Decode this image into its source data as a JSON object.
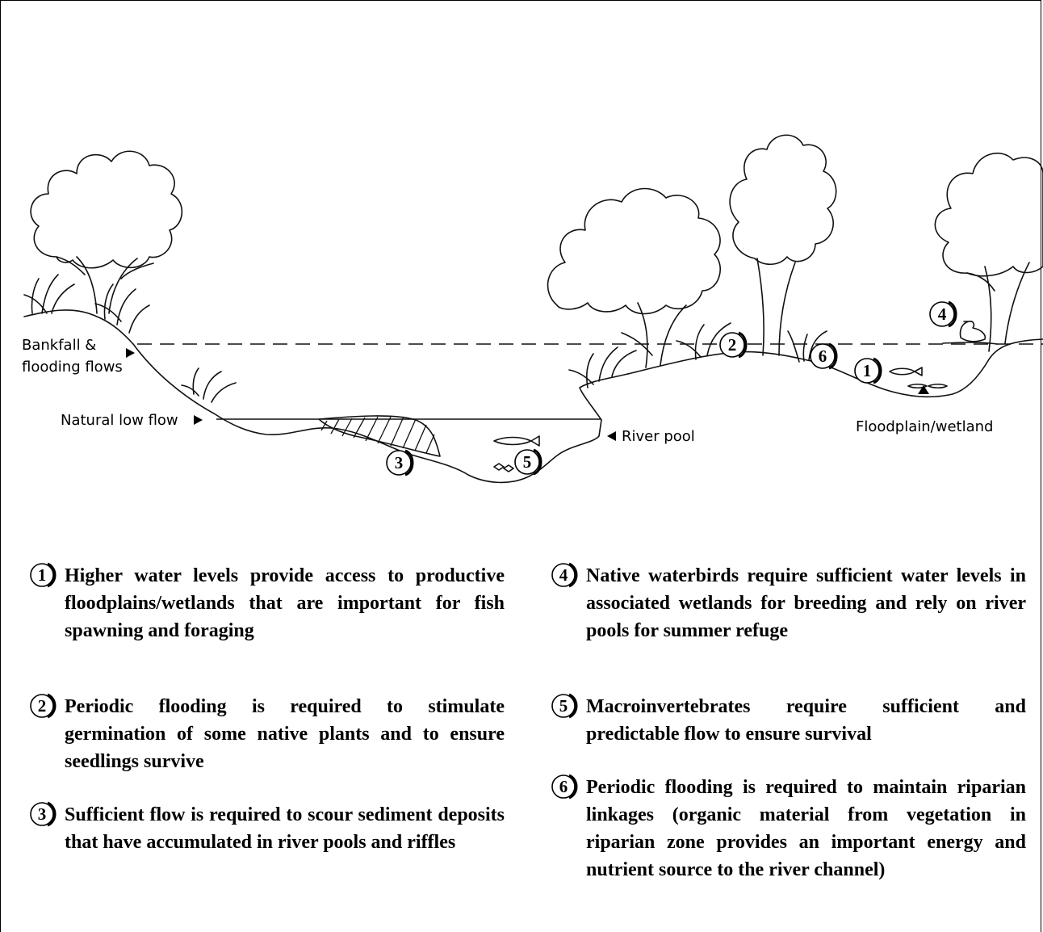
{
  "diagram": {
    "labels": {
      "bankfall": [
        "Bankfall  &",
        "flooding flows"
      ],
      "low_flow": "Natural low flow",
      "river_pool": "River pool",
      "floodplain": "Floodplain/wetland"
    },
    "markers": [
      "1",
      "2",
      "3",
      "4",
      "5",
      "6"
    ]
  },
  "legend": {
    "left": [
      {
        "num": "1",
        "text": "Higher water levels provide access to productive floodplains/wetlands that are important for fish spawning and foraging"
      },
      {
        "num": "2",
        "text": "Periodic flooding is required to stimulate germination of some native plants and to ensure seedlings survive"
      },
      {
        "num": "3",
        "text": "Sufficient flow is required to scour sediment deposits that have accumulated in river pools and riffles"
      }
    ],
    "right": [
      {
        "num": "4",
        "text": "Native waterbirds require sufficient water levels in associated wetlands for breeding and rely on river pools for summer refuge"
      },
      {
        "num": "5",
        "text": "Macroinvertebrates require sufficient and predictable flow to ensure survival"
      },
      {
        "num": "6",
        "text": "Periodic flooding is required to maintain riparian linkages (organic material from vegetation in riparian zone provides an important energy and nutrient source to the river channel)"
      }
    ]
  }
}
